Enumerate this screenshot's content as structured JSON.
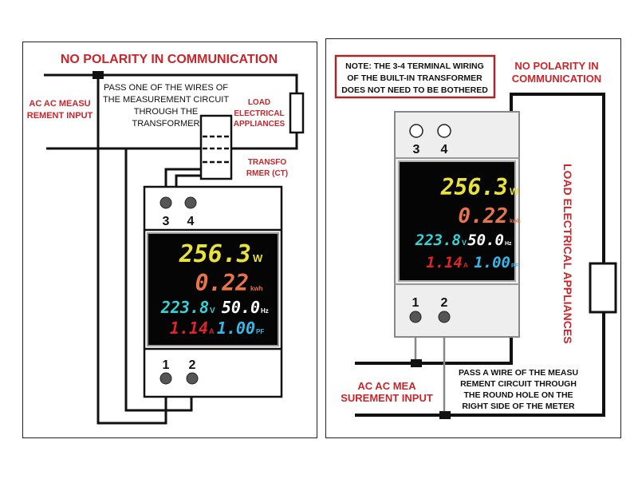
{
  "colors": {
    "label_red": "#c8262b",
    "wire": "#111111",
    "power": "#e8e23a",
    "energy": "#e8744a",
    "voltage": "#35d3d6",
    "frequency": "#ffffff",
    "current": "#e0252a",
    "pf": "#35b8e8",
    "display_bg": "#050505"
  },
  "left_panel": {
    "title": "NO POLARITY IN COMMUNICATION",
    "input_label": [
      "AC AC MEASU",
      "REMENT INPUT"
    ],
    "instruction": [
      "PASS ONE OF THE WIRES OF",
      "THE MEASUREMENT CIRCUIT",
      "THROUGH THE",
      "TRANSFORMER"
    ],
    "load_label": [
      "LOAD",
      "ELECTRICAL",
      "APPLIANCES"
    ],
    "ct_label": [
      "TRANSFO",
      "RMER (CT)"
    ],
    "terminals": [
      "3",
      "4",
      "1",
      "2"
    ]
  },
  "right_panel": {
    "note": [
      "NOTE: THE 3-4 TERMINAL WIRING",
      "OF THE BUILT-IN TRANSFORMER",
      "DOES NOT NEED TO BE BOTHERED"
    ],
    "title": [
      "NO POLARITY IN",
      "COMMUNICATION"
    ],
    "load_label": "LOAD ELECTRICAL APPLIANCES",
    "input_label": [
      "AC AC MEA",
      "SUREMENT INPUT"
    ],
    "instruction": [
      "PASS A WIRE OF THE MEASU",
      "REMENT CIRCUIT THROUGH",
      "THE ROUND HOLE ON THE",
      "RIGHT SIDE OF THE METER"
    ],
    "terminals": [
      "3",
      "4",
      "1",
      "2"
    ]
  },
  "display": {
    "power": "256.3",
    "power_unit": "W",
    "energy": "0.22",
    "energy_unit": "kwh",
    "voltage": "223.8",
    "voltage_unit": "V",
    "frequency": "50.0",
    "frequency_unit": "Hz",
    "current": "1.14",
    "current_unit": "A",
    "pf": "1.00",
    "pf_unit": "PF"
  }
}
